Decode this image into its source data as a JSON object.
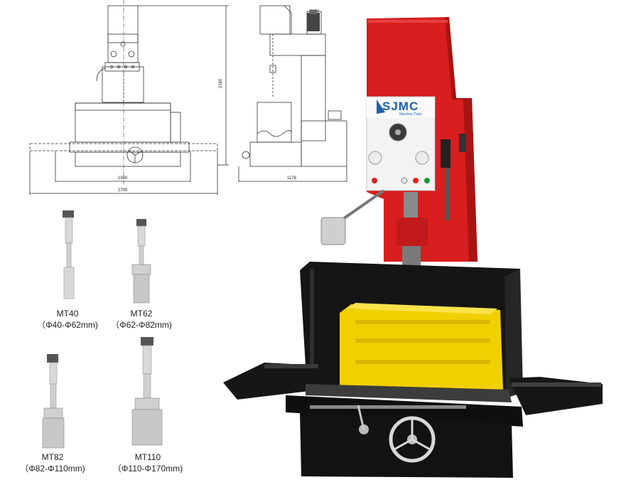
{
  "drawings": {
    "front_view": {
      "width_dim": "1900",
      "overall_dim": "2700"
    },
    "side_view": {
      "height_dim": "2160",
      "depth_dim": "1176"
    }
  },
  "machine": {
    "brand": "SJMC",
    "brand_sub": "Machine Tools",
    "colors": {
      "body": "#d81e1e",
      "enclosure": "#151515",
      "engine_block": "#f1d000"
    }
  },
  "tools": [
    {
      "model": "MT40",
      "range": "（Φ40-Φ62mm)"
    },
    {
      "model": "MT62",
      "range": "（Φ62-Φ82mm)"
    },
    {
      "model": "MT82",
      "range": "（Φ82-Φ110mm)"
    },
    {
      "model": "MT110",
      "range": "（Φ110-Φ170mm)"
    }
  ]
}
